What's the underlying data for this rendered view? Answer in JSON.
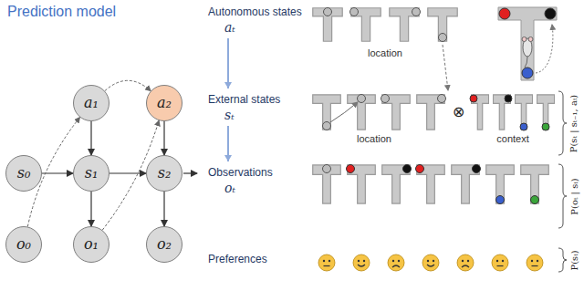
{
  "diagram": {
    "title": "Prediction model",
    "nodes": [
      {
        "text": [
          "a₁"
        ]
      },
      {
        "text": [
          "a₂"
        ]
      },
      {
        "text": [
          "s₀"
        ]
      },
      {
        "text": [
          "s₁"
        ]
      },
      {
        "text": [
          "s₂"
        ]
      },
      {
        "text": [
          "o₀"
        ]
      },
      {
        "text": [
          "o₁"
        ]
      },
      {
        "text": [
          "o₂"
        ]
      }
    ],
    "edges": [
      {
        "from": 0,
        "to": 3,
        "arrow": "to"
      },
      {
        "from": 1,
        "to": 4,
        "arrow": "to"
      },
      {
        "from": 2,
        "to": 3,
        "arrow": "to"
      },
      {
        "from": 3,
        "to": 4,
        "arrow": "to"
      },
      {
        "from": 3,
        "to": 6,
        "arrow": "to"
      },
      {
        "from": 4,
        "to": 7,
        "arrow": "to"
      },
      {
        "from": 5,
        "to": 0,
        "arrow": "to"
      },
      {
        "from": 6,
        "to": 1,
        "arrow": "to"
      },
      {
        "from": 0,
        "to": 1,
        "arrow": "to"
      }
    ],
    "labels": [
      "Autonomous states",
      "aₜ",
      "location",
      "External states",
      "sₜ",
      "location",
      "context",
      "⊗",
      "Observations",
      "oₜ",
      "Preferences",
      "P(sₜ | sₜ₋₁, aₜ)",
      "P(oₜ | sₜ)",
      "P(sₜ)"
    ]
  }
}
